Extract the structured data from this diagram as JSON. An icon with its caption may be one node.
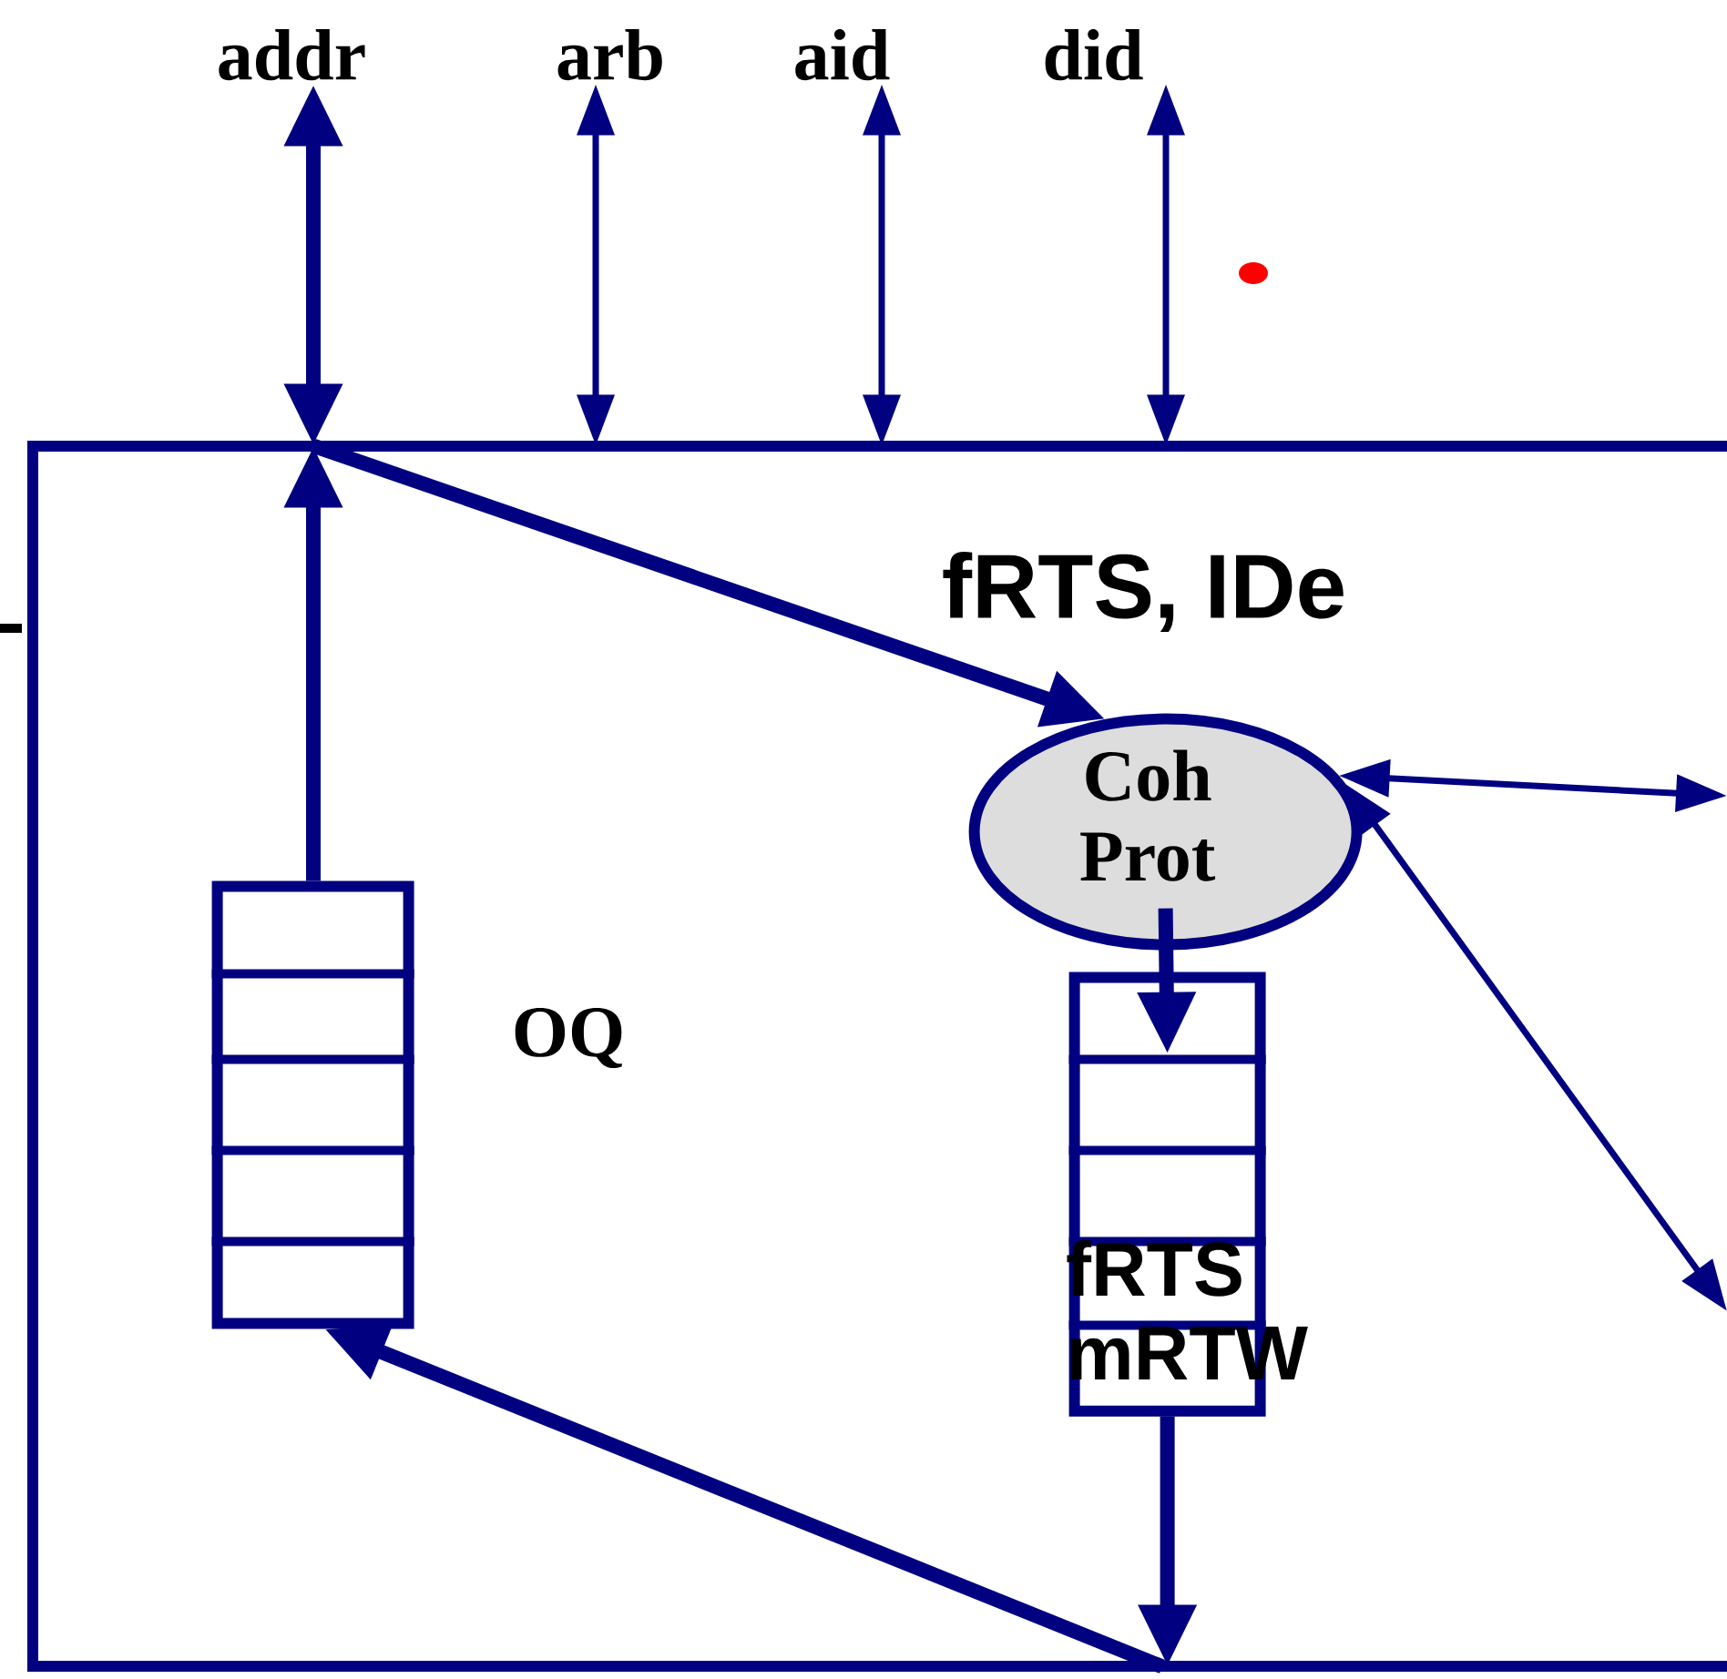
{
  "diagram": {
    "nodes": [
      {
        "text": [],
        "shape": "box"
      },
      {
        "text": [
          "addr"
        ]
      },
      {
        "text": [
          "arb"
        ]
      },
      {
        "text": [
          "aid"
        ]
      },
      {
        "text": [
          "did"
        ]
      },
      {
        "text": [],
        "shape": "box",
        "in": 0,
        "beside": [
          "OQ"
        ]
      },
      {
        "text": [
          "Coh Prot"
        ],
        "in": 0
      },
      {
        "text": [
          "fRTS mRTW"
        ],
        "in": 0
      }
    ],
    "edges": [
      {
        "from": 0,
        "to": 1,
        "arrow": "both"
      },
      {
        "from": 0,
        "to": 2,
        "arrow": "both"
      },
      {
        "from": 0,
        "to": 3,
        "arrow": "both"
      },
      {
        "from": 0,
        "to": 4,
        "arrow": "both"
      },
      {
        "from": 5,
        "to": 0,
        "arrow": "to"
      },
      {
        "from": 0,
        "to": 6,
        "arrow": "to"
      },
      {
        "from": 6,
        "to": 7,
        "arrow": "to"
      },
      {
        "from": 7,
        "to": 0,
        "arrow": "to"
      },
      {
        "from": 0,
        "to": 5,
        "arrow": "to"
      },
      {
        "from": 6,
        "to": null,
        "arrow": "both"
      },
      {
        "from": 6,
        "to": null,
        "arrow": "both"
      }
    ],
    "labels": [
      "fRTS, IDe"
    ]
  }
}
